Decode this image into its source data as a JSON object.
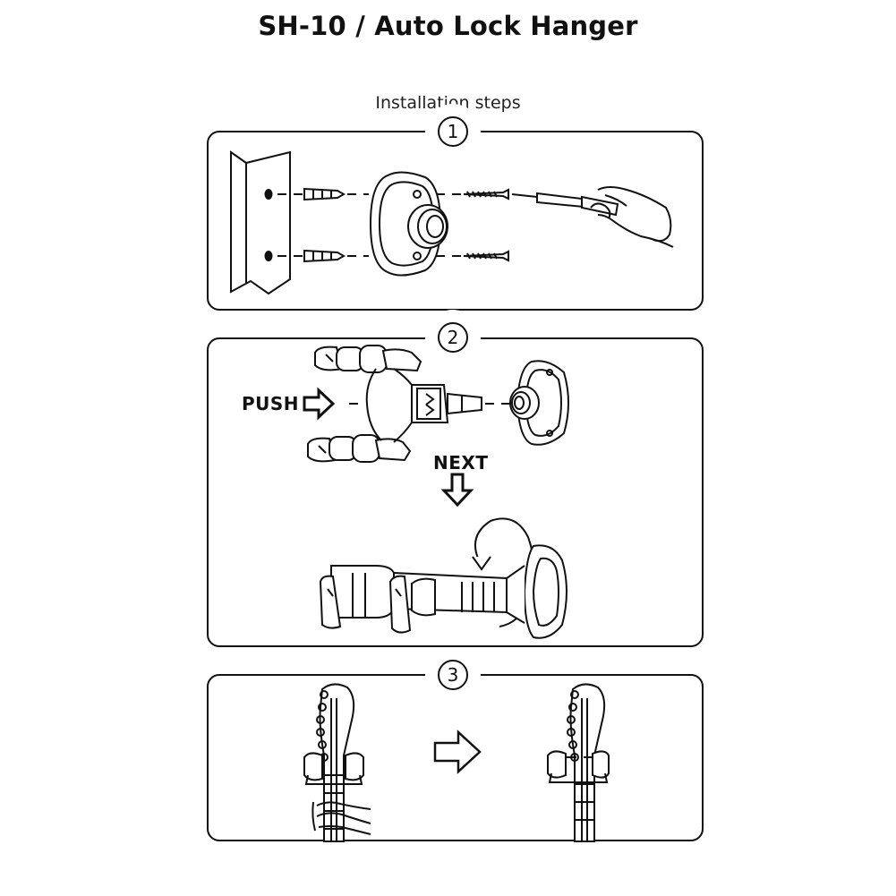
{
  "page": {
    "title": "SH-10 / Auto Lock Hanger",
    "subtitle": "Installation steps"
  },
  "steps": [
    {
      "number": "1"
    },
    {
      "number": "2",
      "push_label": "PUSH",
      "next_label": "NEXT"
    },
    {
      "number": "3"
    }
  ],
  "colors": {
    "ink": "#111111",
    "background": "#ffffff"
  }
}
